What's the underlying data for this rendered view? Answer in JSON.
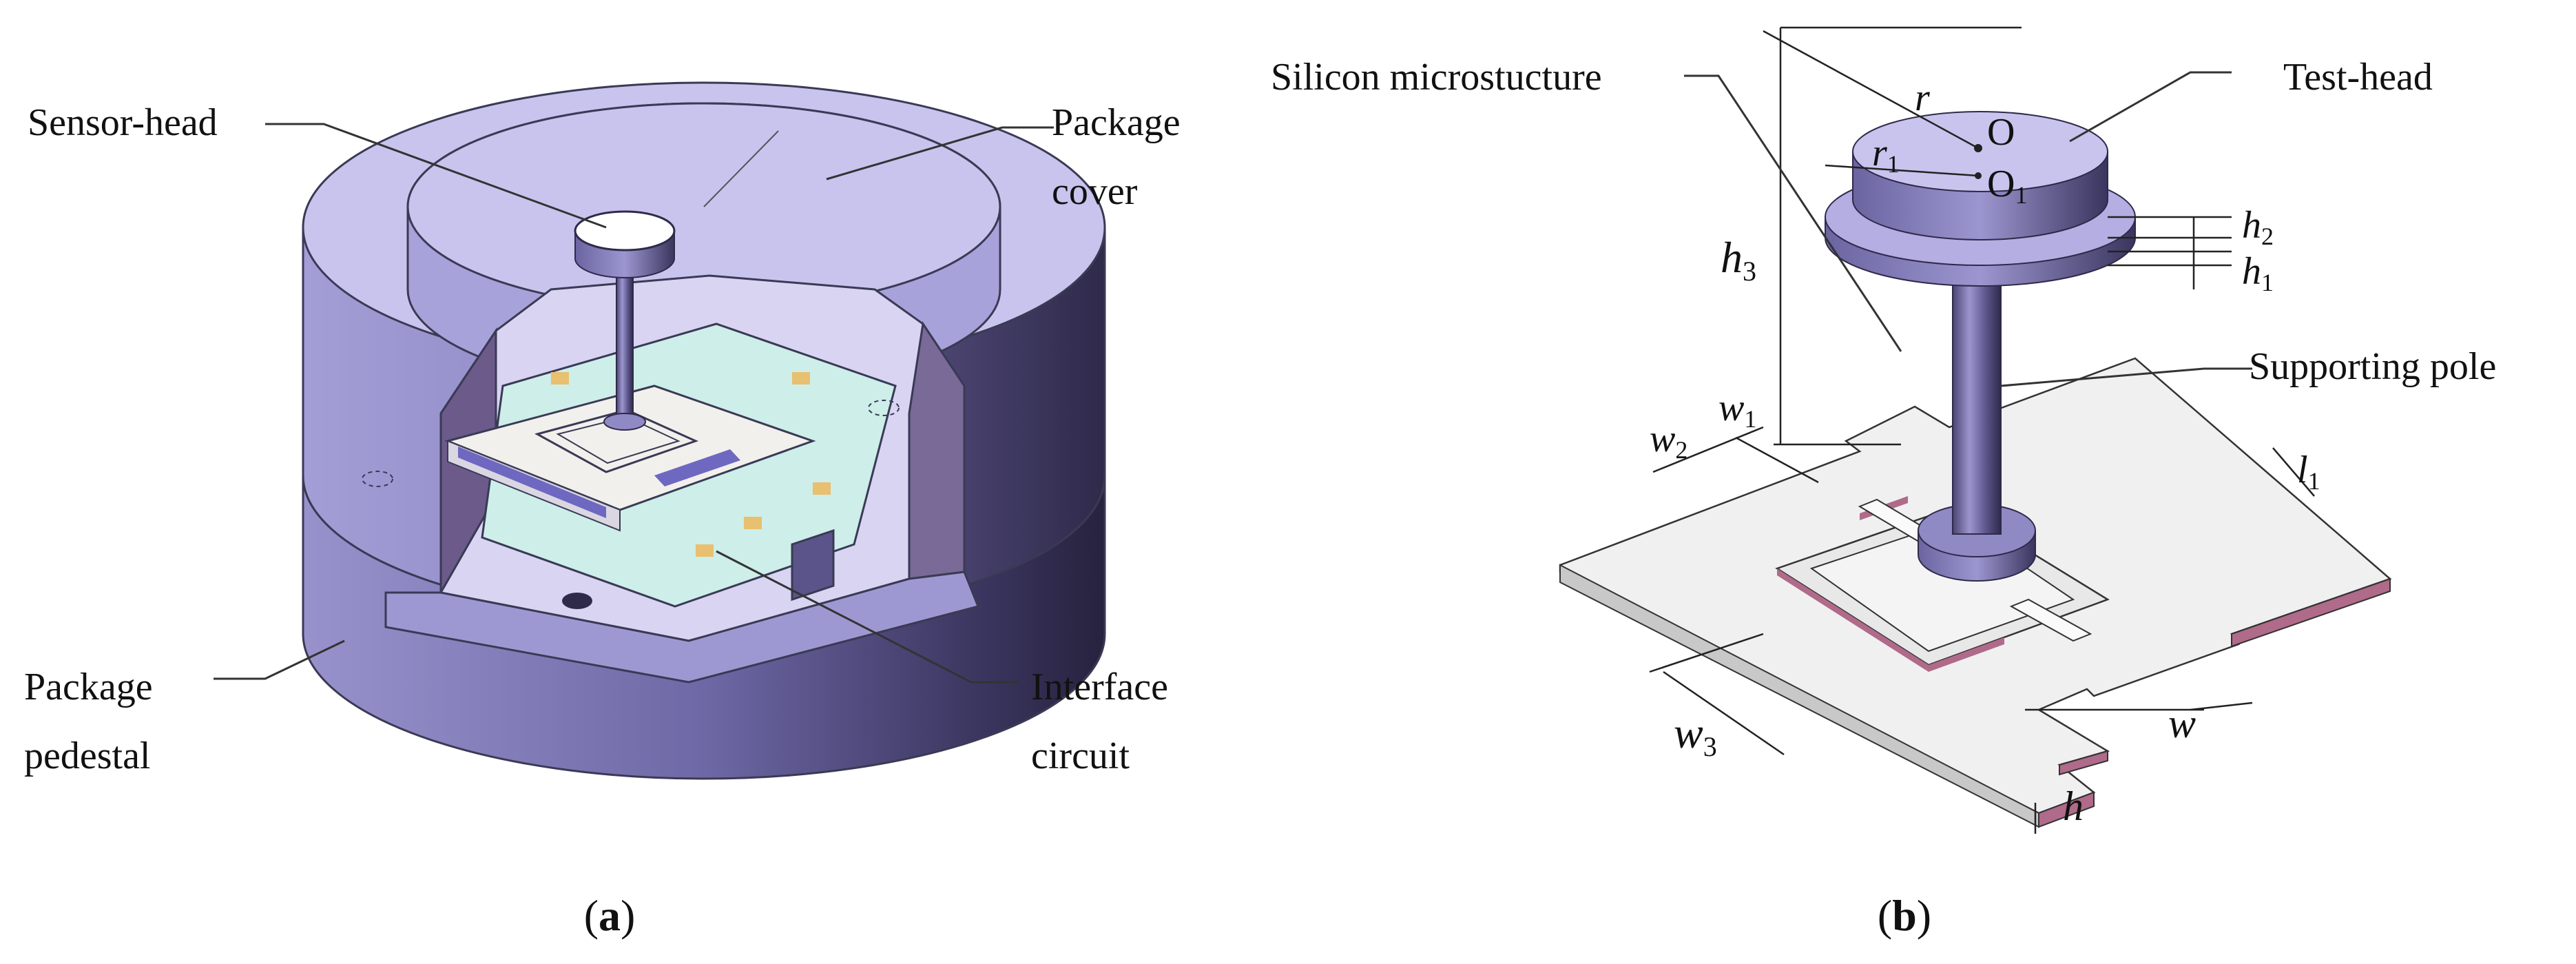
{
  "colors": {
    "package_top": "#c8c4ee",
    "package_side_light": "#9e98d2",
    "package_side_dark": "#3a355e",
    "cut_face": "#6b5a8a",
    "circuit_board": "#cdeee9",
    "chip": "#f2f0ec",
    "pad": "#e8c070",
    "plate": "#f0f0f0",
    "plate_edge": "#b06a8a",
    "metal": "#8f89c4"
  },
  "panel_a": {
    "labels": {
      "sensor_head": "Sensor-head",
      "package_cover_line1": "Package",
      "package_cover_line2": "cover",
      "package_pedestal_line1": "Package",
      "package_pedestal_line2": "pedestal",
      "interface_circuit_line1": "Interface",
      "interface_circuit_line2": "circuit"
    },
    "caption": {
      "open": "(",
      "letter": "a",
      "close": ")"
    }
  },
  "panel_b": {
    "labels": {
      "silicon_microstructure": "Silicon microstucture",
      "test_head": "Test-head",
      "supporting_pole": "Supporting pole",
      "point_o": "O",
      "point_o1_base": "O",
      "point_o1_sub": "1"
    },
    "dimensions": {
      "r": "r",
      "r1_base": "r",
      "r1_sub": "1",
      "h2_base": "h",
      "h2_sub": "2",
      "h1_base": "h",
      "h1_sub": "1",
      "h3_base": "h",
      "h3_sub": "3",
      "w1_base": "w",
      "w1_sub": "1",
      "w2_base": "w",
      "w2_sub": "2",
      "w3_base": "w",
      "w3_sub": "3",
      "l1_base": "l",
      "l1_sub": "1",
      "w": "w",
      "h": "h"
    },
    "caption": {
      "open": "(",
      "letter": "b",
      "close": ")"
    }
  }
}
